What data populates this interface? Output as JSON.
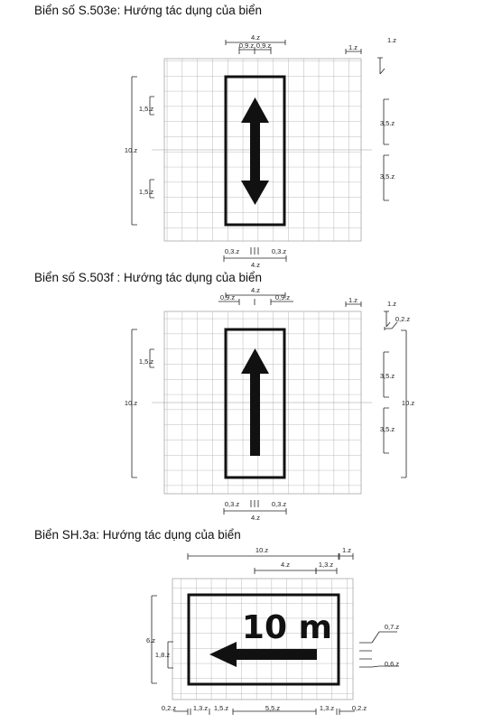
{
  "sections": [
    {
      "heading": "Biển số S.503e: Hướng tác dụng của biển",
      "labels": {
        "top_width": "4.z",
        "top_left": "0,9.z",
        "top_right": "0,9.z",
        "cell": "1.z",
        "margin": "1.z",
        "left_half_top": "1,5.z",
        "left_half_bottom": "1,5.z",
        "height": "10.z",
        "right_top": "3,5.z",
        "right_bottom": "3,5.z",
        "bottom_left": "0,3.z",
        "bottom_right": "0,3.z",
        "bottom_width": "4.z"
      }
    },
    {
      "heading": "Biển số S.503f : Hướng tác dụng của biển",
      "labels": {
        "top_width": "4.z",
        "top_left": "0,9.z",
        "top_right": "0,9.z",
        "cell": "1.z",
        "margin": "1.z",
        "stroke": "0,2.z",
        "left_half": "1,5.z",
        "height": "10.z",
        "right_top": "3,5.z",
        "right_bottom": "3,5.z",
        "right_height": "10.z",
        "bottom_left": "0,3.z",
        "bottom_right": "0,3.z",
        "bottom_width": "4.z"
      }
    },
    {
      "heading": "Biển SH.3a: Hướng tác dụng của biển",
      "sign_text": "10 m",
      "labels": {
        "top_width": "10.z",
        "cell": "1.z",
        "text_width": "4.z",
        "text_gap": "1,3.z",
        "height": "6.z",
        "arrow_height": "1,8.z",
        "right_a": "0,7.z",
        "right_b": "0,6.z",
        "bottom": [
          "0,2.z",
          "1,3.z",
          "1,5.z",
          "5,5.z",
          "1,3.z",
          "0,2.z"
        ]
      }
    }
  ]
}
